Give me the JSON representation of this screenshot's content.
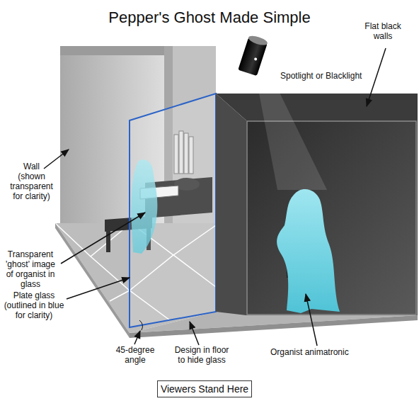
{
  "diagram": {
    "title": "Pepper's Ghost Made Simple",
    "nodes": [
      {
        "text": [
          "Viewers Stand Here"
        ]
      }
    ],
    "labels": [
      "Flat black walls",
      "Spotlight or Blacklight",
      "Wall (shown transparent for clarity)",
      "Transparent 'ghost' image of organist in glass",
      "Plate glass (outlined in blue for clarity)",
      "45-degree angle",
      "Design in floor to hide glass",
      "Organist animatronic"
    ]
  }
}
